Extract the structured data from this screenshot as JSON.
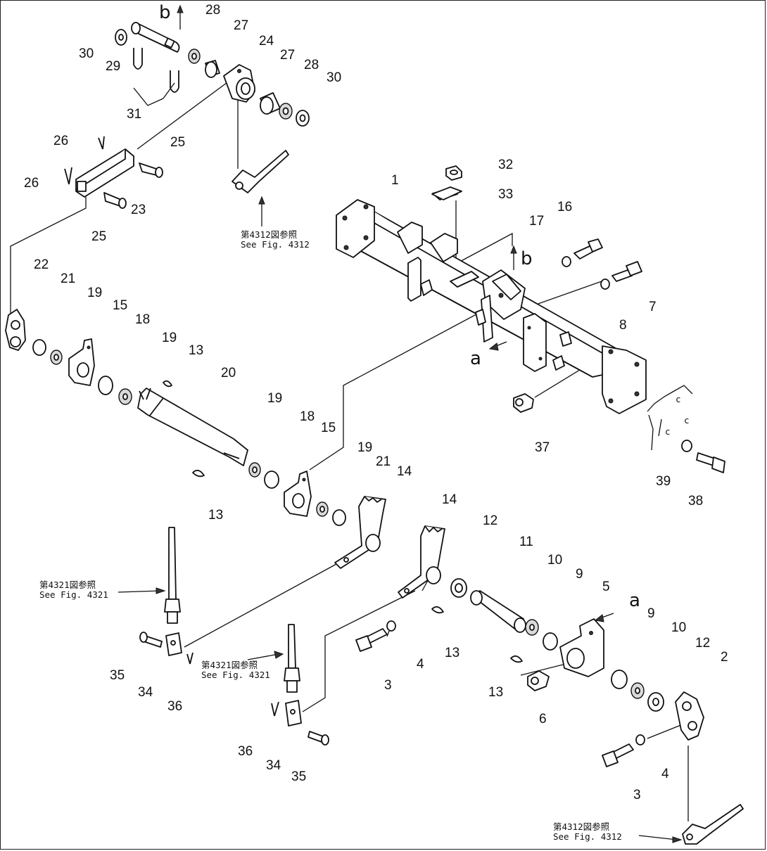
{
  "diagram": {
    "part_numbers": [
      {
        "id": "p30a",
        "text": "30"
      },
      {
        "id": "p29",
        "text": "29"
      },
      {
        "id": "pb1",
        "text": "b"
      },
      {
        "id": "p28a",
        "text": "28"
      },
      {
        "id": "p27a",
        "text": "27"
      },
      {
        "id": "p24",
        "text": "24"
      },
      {
        "id": "p27b",
        "text": "27"
      },
      {
        "id": "p28b",
        "text": "28"
      },
      {
        "id": "p30b",
        "text": "30"
      },
      {
        "id": "p31",
        "text": "31"
      },
      {
        "id": "p26a",
        "text": "26"
      },
      {
        "id": "p26b",
        "text": "26"
      },
      {
        "id": "p25a",
        "text": "25"
      },
      {
        "id": "p23",
        "text": "23"
      },
      {
        "id": "p25b",
        "text": "25"
      },
      {
        "id": "p32",
        "text": "32"
      },
      {
        "id": "p33",
        "text": "33"
      },
      {
        "id": "p1",
        "text": "1"
      },
      {
        "id": "p16",
        "text": "16"
      },
      {
        "id": "p17",
        "text": "17"
      },
      {
        "id": "pb2",
        "text": "b"
      },
      {
        "id": "p7",
        "text": "7"
      },
      {
        "id": "p8",
        "text": "8"
      },
      {
        "id": "pa1",
        "text": "a"
      },
      {
        "id": "p22",
        "text": "22"
      },
      {
        "id": "p21a",
        "text": "21"
      },
      {
        "id": "p19a",
        "text": "19"
      },
      {
        "id": "p15a",
        "text": "15"
      },
      {
        "id": "p18a",
        "text": "18"
      },
      {
        "id": "p19b",
        "text": "19"
      },
      {
        "id": "p13a",
        "text": "13"
      },
      {
        "id": "p20",
        "text": "20"
      },
      {
        "id": "p37",
        "text": "37"
      },
      {
        "id": "p39",
        "text": "39"
      },
      {
        "id": "p38",
        "text": "38"
      },
      {
        "id": "p19c",
        "text": "19"
      },
      {
        "id": "p18b",
        "text": "18"
      },
      {
        "id": "p15b",
        "text": "15"
      },
      {
        "id": "p19d",
        "text": "19"
      },
      {
        "id": "p21b",
        "text": "21"
      },
      {
        "id": "p14a",
        "text": "14"
      },
      {
        "id": "p13b",
        "text": "13"
      },
      {
        "id": "p14b",
        "text": "14"
      },
      {
        "id": "p12a",
        "text": "12"
      },
      {
        "id": "p11",
        "text": "11"
      },
      {
        "id": "p10a",
        "text": "10"
      },
      {
        "id": "p9a",
        "text": "9"
      },
      {
        "id": "p5",
        "text": "5"
      },
      {
        "id": "pa2",
        "text": "a"
      },
      {
        "id": "p9b",
        "text": "9"
      },
      {
        "id": "p10b",
        "text": "10"
      },
      {
        "id": "p12b",
        "text": "12"
      },
      {
        "id": "p2",
        "text": "2"
      },
      {
        "id": "p35a",
        "text": "35"
      },
      {
        "id": "p34a",
        "text": "34"
      },
      {
        "id": "p36a",
        "text": "36"
      },
      {
        "id": "p3a",
        "text": "3"
      },
      {
        "id": "p4a",
        "text": "4"
      },
      {
        "id": "p13c",
        "text": "13"
      },
      {
        "id": "p13d",
        "text": "13"
      },
      {
        "id": "p6",
        "text": "6"
      },
      {
        "id": "p36b",
        "text": "36"
      },
      {
        "id": "p34b",
        "text": "34"
      },
      {
        "id": "p35b",
        "text": "35"
      },
      {
        "id": "p3b",
        "text": "3"
      },
      {
        "id": "p4b",
        "text": "4"
      }
    ],
    "figure_refs": [
      {
        "id": "ref1",
        "line1": "第4312図参照",
        "line2": "See Fig. 4312"
      },
      {
        "id": "ref2",
        "line1": "第4321図参照",
        "line2": "See Fig. 4321"
      },
      {
        "id": "ref3",
        "line1": "第4321図参照",
        "line2": "See Fig. 4321"
      },
      {
        "id": "ref4",
        "line1": "第4312図参照",
        "line2": "See Fig. 4312"
      }
    ]
  }
}
